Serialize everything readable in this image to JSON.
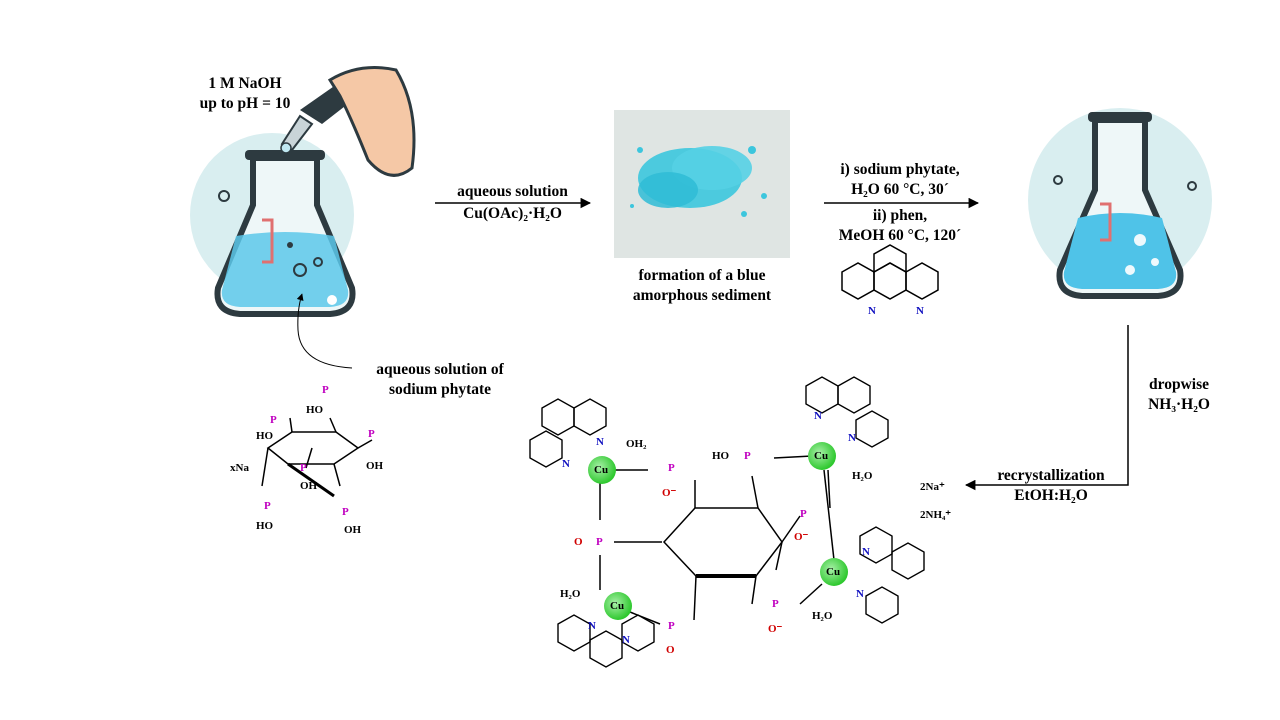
{
  "naoh": {
    "line1": "1 M NaOH",
    "line2": "up to pH = 10"
  },
  "arrow1": {
    "line1": "aqueous solution",
    "line2": "Cu(OAc)₂·H₂O"
  },
  "sediment": {
    "line1": "formation of a blue",
    "line2": "amorphous sediment"
  },
  "arrow2": {
    "line1": "i) sodium phytate,",
    "line2": "H₂O 60 °C, 30´",
    "line3": "ii) phen,",
    "line4": "MeOH 60 °C, 120´"
  },
  "phytate_note": {
    "line1": "aqueous solution of",
    "line2": "sodium phytate"
  },
  "arrow3": {
    "line1": "dropwise",
    "line2": "NH₃·H₂O"
  },
  "arrow4": {
    "line1": "recrystallization",
    "line2": "EtOH:H₂O"
  },
  "byproducts": {
    "na": "2Na⁺",
    "nh4": "2NH₄⁺"
  },
  "atoms": {
    "cu": "Cu",
    "n": "N",
    "p": "P",
    "o": "O",
    "oh": "OH",
    "ho": "HO",
    "h2o": "H₂O",
    "oh2": "OH₂",
    "o_minus": "O⁻",
    "xna": "xNa"
  },
  "colors": {
    "phosphorus": "#c000c0",
    "oxygen": "#d00000",
    "nitrogen": "#1010c0",
    "copper": "#39d139",
    "solution": "#4fc3e8",
    "flask_bg": "#d9eef0",
    "sediment": "#3cc6dd"
  }
}
